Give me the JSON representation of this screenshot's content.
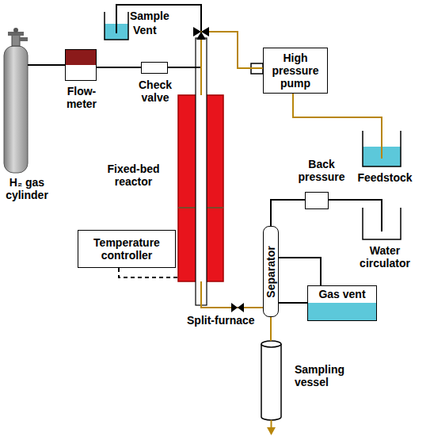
{
  "diagram": {
    "nodes": [
      {
        "text": [
          "Sample"
        ]
      },
      {
        "text": [
          "Flow- meter"
        ]
      },
      {
        "text": [
          "Check valve"
        ]
      },
      {
        "text": [
          "H₂ gas cylinder"
        ]
      },
      {
        "text": [
          "High pressure pump"
        ]
      },
      {
        "text": [
          "Fixed-bed reactor"
        ]
      },
      {
        "text": [
          "Feedstock"
        ]
      },
      {
        "text": [
          "Back pressure"
        ]
      },
      {
        "text": [
          "Temperature controller"
        ]
      },
      {
        "text": [
          "Water circulator"
        ]
      },
      {
        "text": [
          "Separator"
        ]
      },
      {
        "text": [
          "Gas vent"
        ]
      },
      {
        "text": [
          "Sampling vessel"
        ]
      }
    ],
    "edges": [
      {
        "from": 3,
        "to": 1,
        "arrow": "none"
      },
      {
        "from": 1,
        "to": 2,
        "arrow": "none"
      },
      {
        "from": 2,
        "to": 5,
        "arrow": "none"
      },
      {
        "from": 0,
        "to": 5,
        "arrow": "none"
      },
      {
        "from": 6,
        "to": 4,
        "arrow": "none"
      },
      {
        "from": 4,
        "to": 5,
        "arrow": "none"
      },
      {
        "from": 5,
        "to": 10,
        "arrow": "none"
      },
      {
        "from": 8,
        "to": 5,
        "arrow": "none"
      },
      {
        "from": 10,
        "to": 7,
        "arrow": "none"
      },
      {
        "from": 7,
        "to": 9,
        "arrow": "none"
      },
      {
        "from": 10,
        "to": 11,
        "arrow": "none"
      },
      {
        "from": 10,
        "to": 11,
        "arrow": "none"
      },
      {
        "from": 10,
        "to": 12,
        "arrow": "none"
      }
    ],
    "labels": [
      "Vent",
      "Split-furnace"
    ]
  }
}
